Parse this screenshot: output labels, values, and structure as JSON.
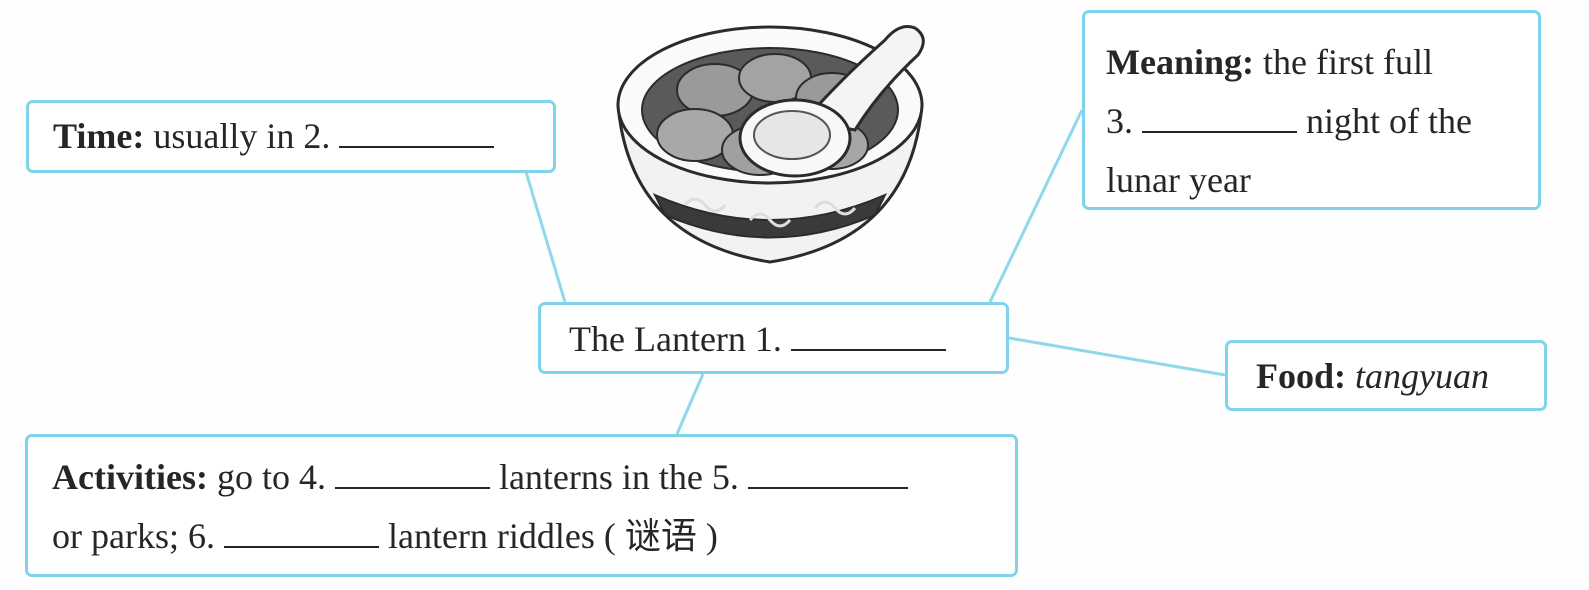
{
  "center": {
    "text": "The Lantern 1."
  },
  "time": {
    "label": "Time:",
    "text": "usually in 2."
  },
  "meaning": {
    "label": "Meaning:",
    "text1": "the first full",
    "text2a": "3.",
    "text2b": "night of the",
    "text3": "lunar year"
  },
  "food": {
    "label": "Food:",
    "value": "tangyuan"
  },
  "activities": {
    "label": "Activities:",
    "part1": "go to 4.",
    "part2": "lanterns in the 5.",
    "part3": "or parks; 6.",
    "part4": "lantern riddles ( 谜语 )"
  },
  "illustration": {
    "icon": "tangyuan-bowl-icon"
  },
  "colors": {
    "box_border": "#7fd3ea",
    "connector": "#7fd3ea",
    "text": "#262626"
  }
}
